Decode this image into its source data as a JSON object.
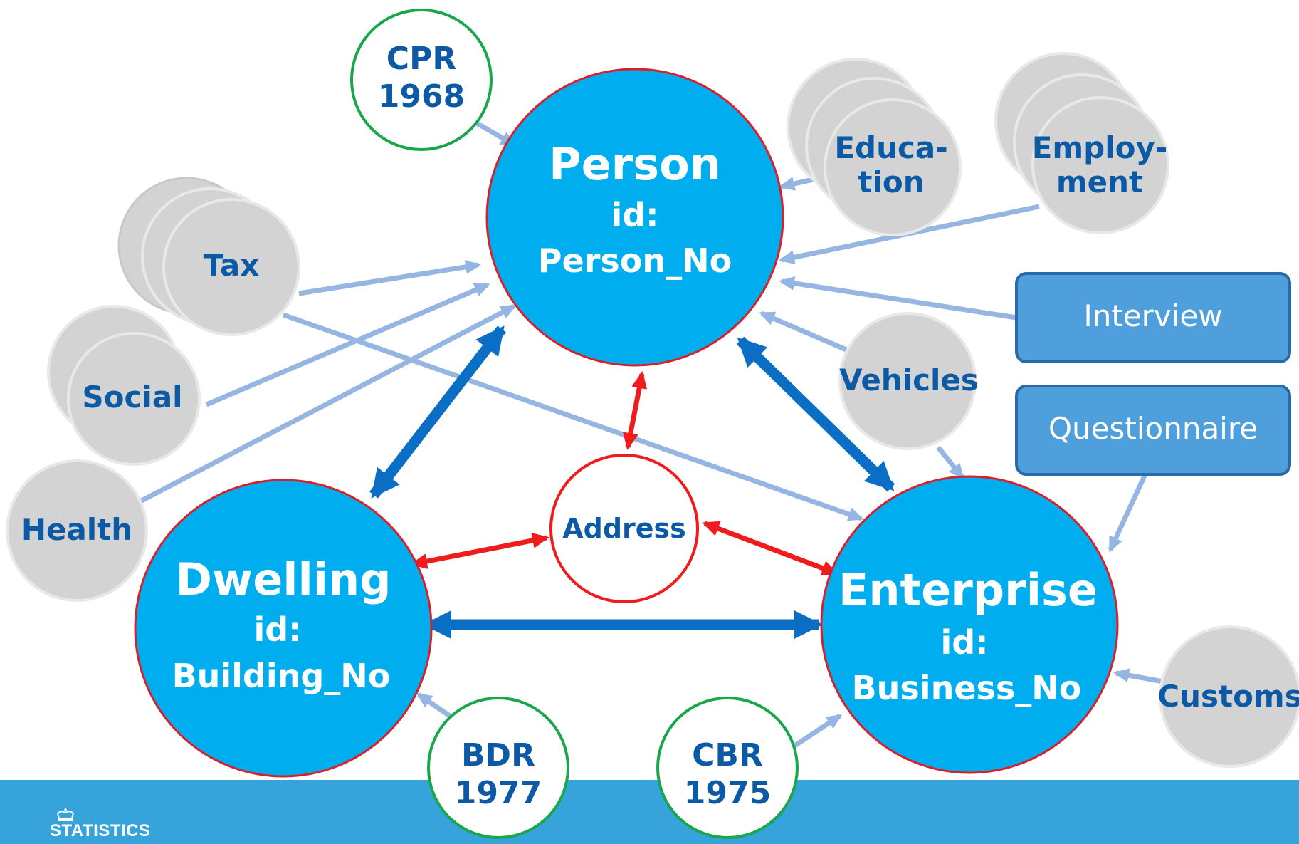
{
  "entities": {
    "person": {
      "name": "Person",
      "id_label": "id:",
      "id_value": "Person_No"
    },
    "dwelling": {
      "name": "Dwelling",
      "id_label": "id:",
      "id_value": "Building_No"
    },
    "enterprise": {
      "name": "Enterprise",
      "id_label": "id:",
      "id_value": "Business_No"
    }
  },
  "address": {
    "label": "Address"
  },
  "base_registers": {
    "cpr": {
      "name": "CPR",
      "year": "1968"
    },
    "bdr": {
      "name": "BDR",
      "year": "1977"
    },
    "cbr": {
      "name": "CBR",
      "year": "1975"
    }
  },
  "sources": {
    "tax": "Tax",
    "social": "Social",
    "health": "Health",
    "education": [
      "Educa-",
      "tion"
    ],
    "employment": [
      "Employ-",
      "ment"
    ],
    "vehicles": "Vehicles",
    "customs": "Customs"
  },
  "survey_boxes": {
    "interview": "Interview",
    "questionnaire": "Questionnaire"
  },
  "footer": {
    "logo_text": "STATISTICS"
  },
  "colors": {
    "entity_fill": "#00aeef",
    "link_dark_blue": "#0a6ec4",
    "link_light_blue": "#95b6e2",
    "address_red": "#ee1c1c",
    "register_green": "#1aa64a",
    "source_gray": "#d3d3d3",
    "box_fill": "#4f9fdc",
    "footer_bar": "#36a3da"
  }
}
